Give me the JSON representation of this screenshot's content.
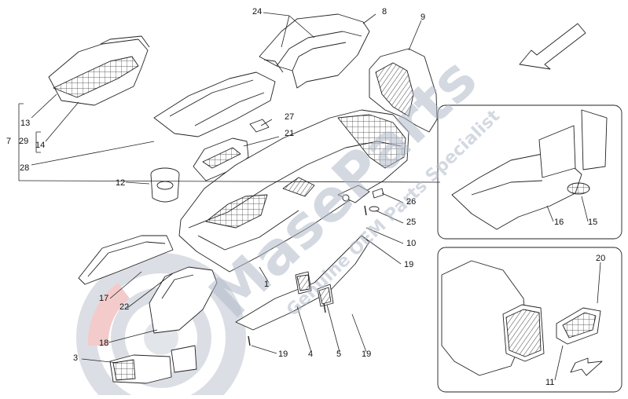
{
  "diagram": {
    "watermark": {
      "brand_text": "MaseParts",
      "tagline": "Genuine OEM Parts Specialist",
      "color": "#b7bfcc",
      "logo_accent": "#e23b3b"
    },
    "callouts": {
      "c24": "24",
      "c8": "8",
      "c9": "9",
      "c13": "13",
      "c7": "7",
      "c29": "29",
      "c14": "14",
      "c28": "28",
      "c27": "27",
      "c21": "21",
      "c12": "12",
      "c26": "26",
      "c25": "25",
      "c10": "10",
      "c19a": "19",
      "c16": "16",
      "c15": "15",
      "c17": "17",
      "c22": "22",
      "c1": "1",
      "c18": "18",
      "c19b": "19",
      "c4": "4",
      "c5": "5",
      "c19c": "19",
      "c3": "3",
      "c20": "20",
      "c11": "11"
    }
  }
}
